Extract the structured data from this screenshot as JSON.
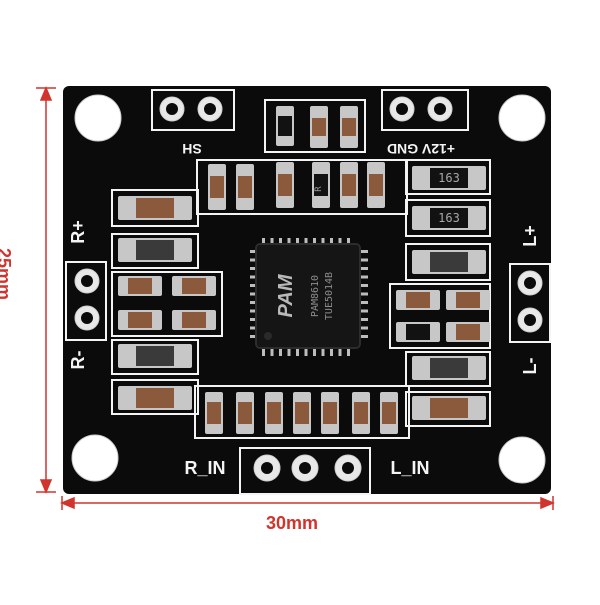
{
  "dimensions": {
    "height_label": "25mm",
    "width_label": "30mm"
  },
  "board": {
    "color": "#0b0b0b",
    "silkscreen_color": "#f4f4f4",
    "labels": {
      "speaker_header": "SH",
      "power_header": "+12V GND",
      "right_plus": "R+",
      "right_minus": "R-",
      "left_plus": "L+",
      "left_minus": "L-",
      "right_in": "R_IN",
      "left_in": "L_IN"
    },
    "components": {
      "chip_logo": "PAM",
      "chip_part": "PAM8610",
      "chip_code": "TUE5014B",
      "resistor_top": "R",
      "ic_top": "163",
      "ic_mid": "163"
    }
  }
}
